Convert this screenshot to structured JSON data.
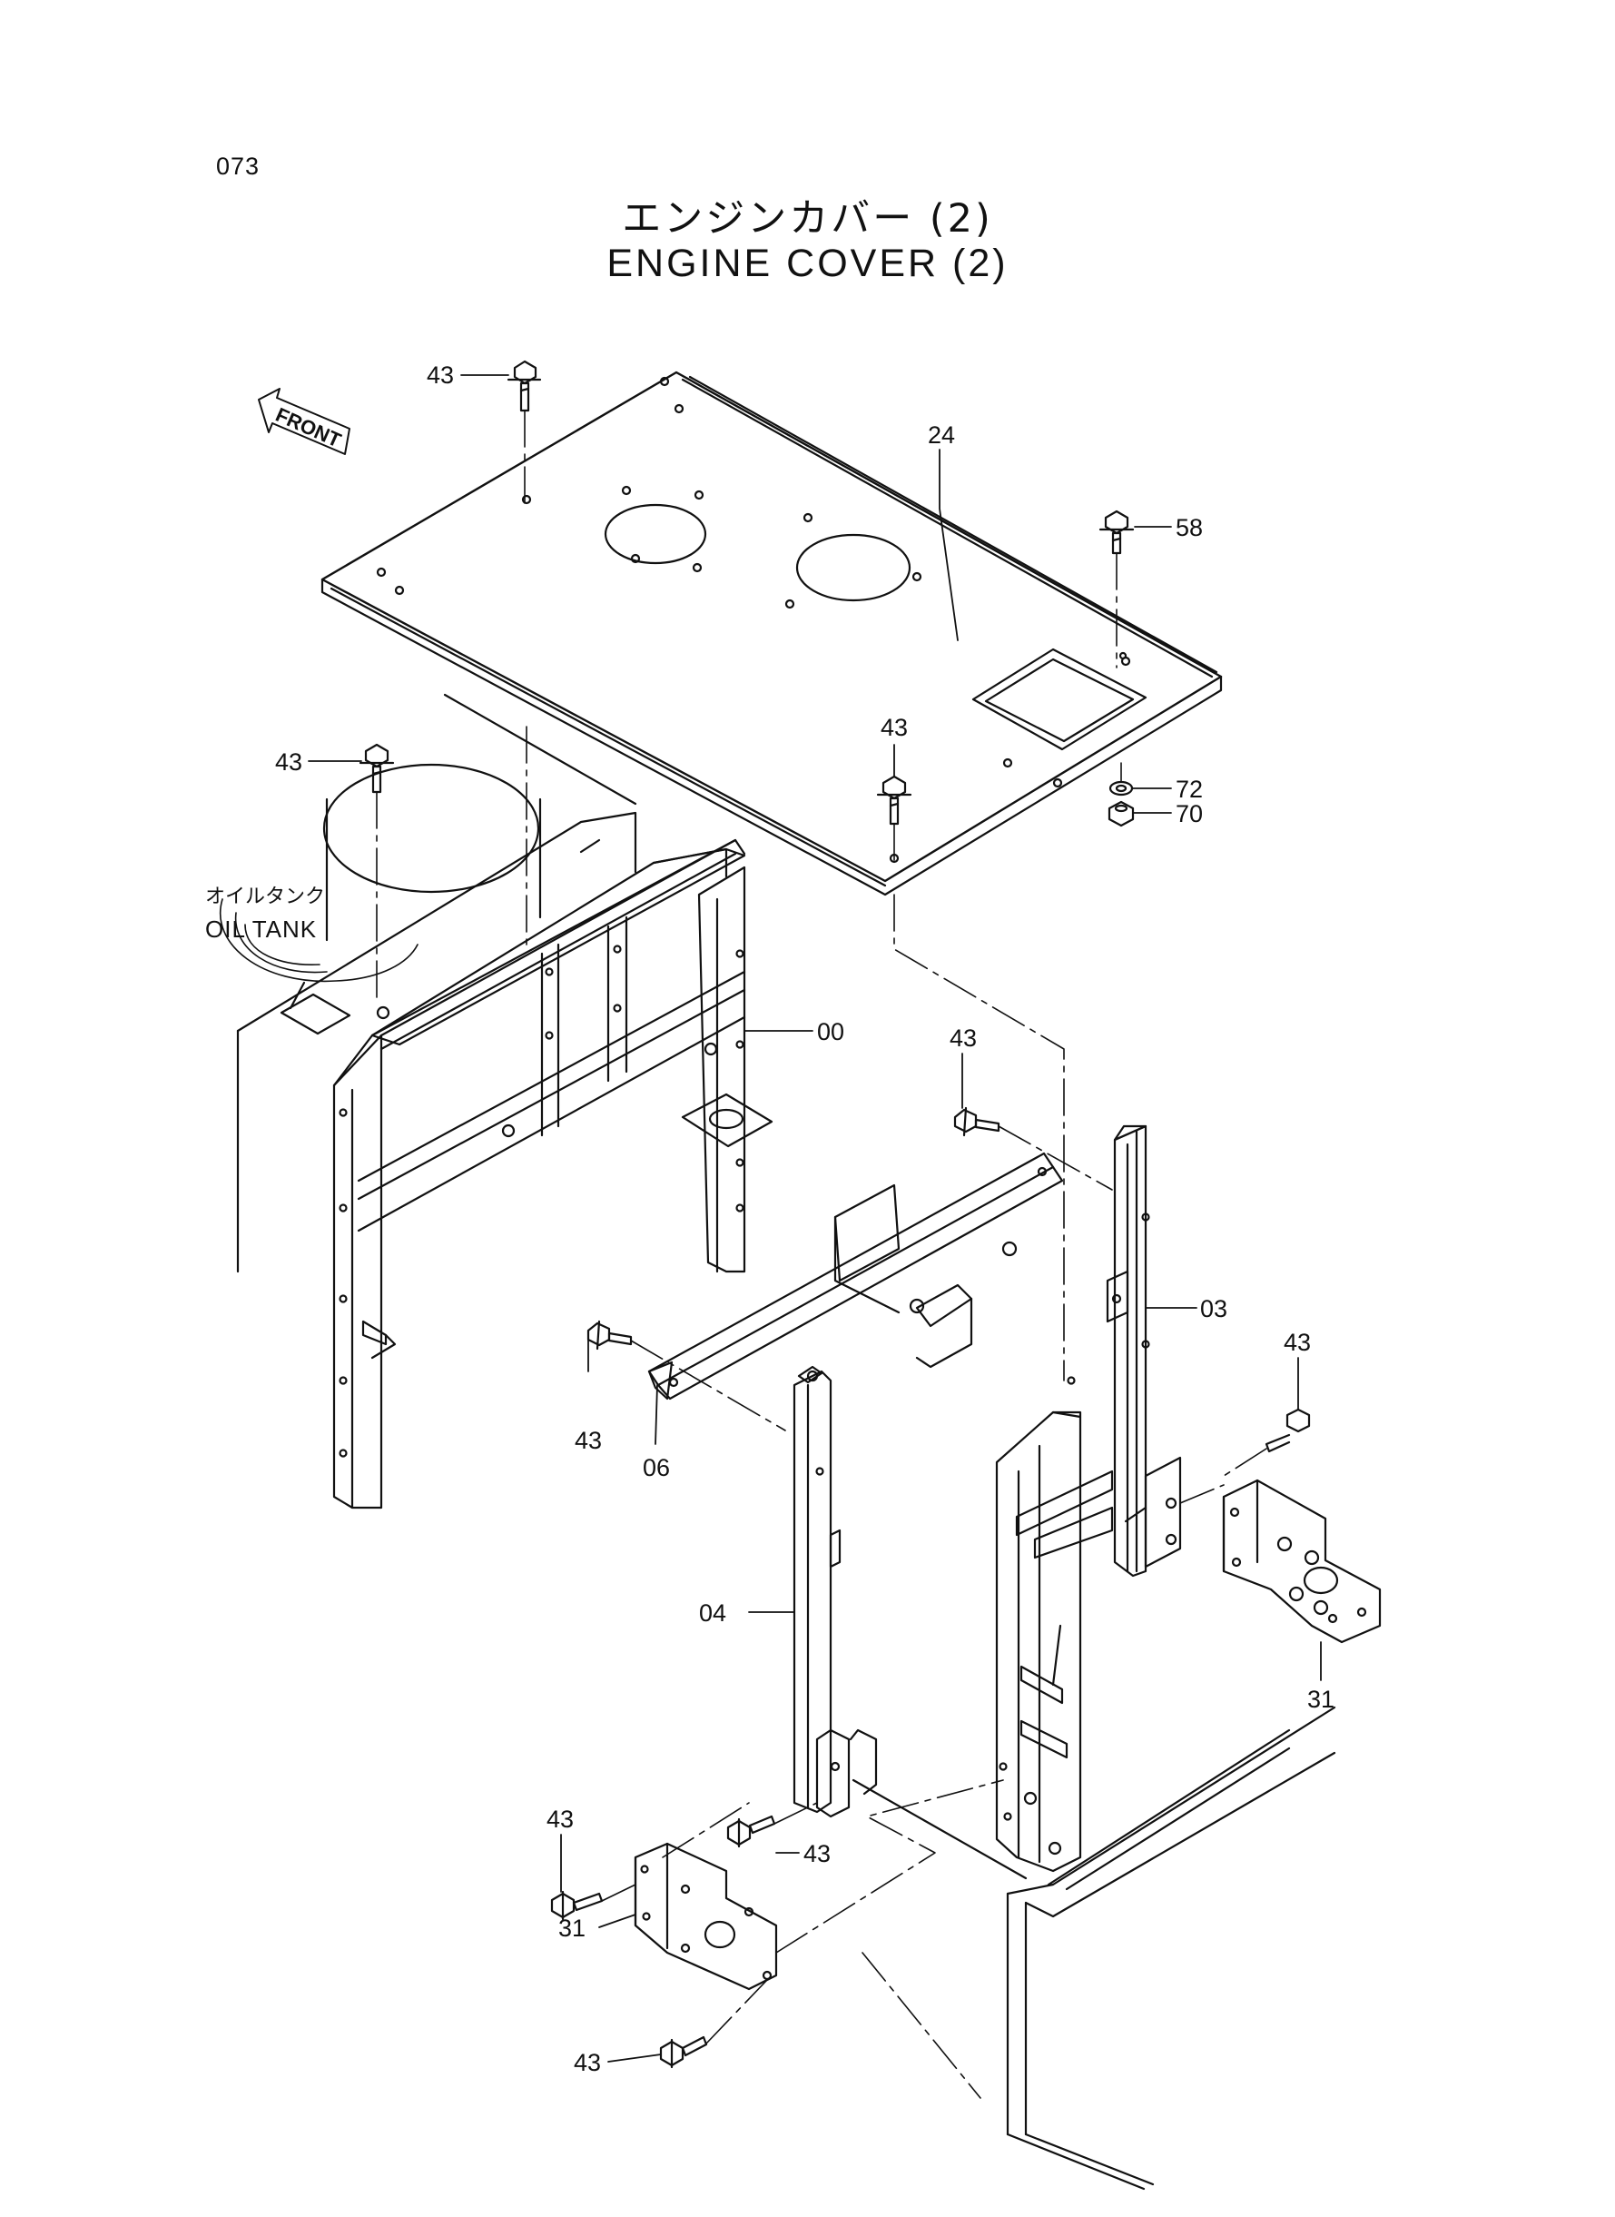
{
  "page_number": "073",
  "title": {
    "japanese": "エンジンカバー (2)",
    "english": "ENGINE COVER (2)"
  },
  "front_label": "FRONT",
  "oil_tank": {
    "japanese": "オイルタンク",
    "english": "OIL TANK"
  },
  "callouts": {
    "c43_top": "43",
    "c24": "24",
    "c58": "58",
    "c43_left": "43",
    "c43_center": "43",
    "c72": "72",
    "c70": "70",
    "c00": "00",
    "c43_mid": "43",
    "c03": "03",
    "c43_right": "43",
    "c43_bracket": "43",
    "c06": "06",
    "c04": "04",
    "c31_right": "31",
    "c43_low_left": "43",
    "c43_low_mid": "43",
    "c31_left": "31",
    "c43_bottom": "43"
  },
  "colors": {
    "ink": "#111111",
    "paper": "#ffffff"
  }
}
